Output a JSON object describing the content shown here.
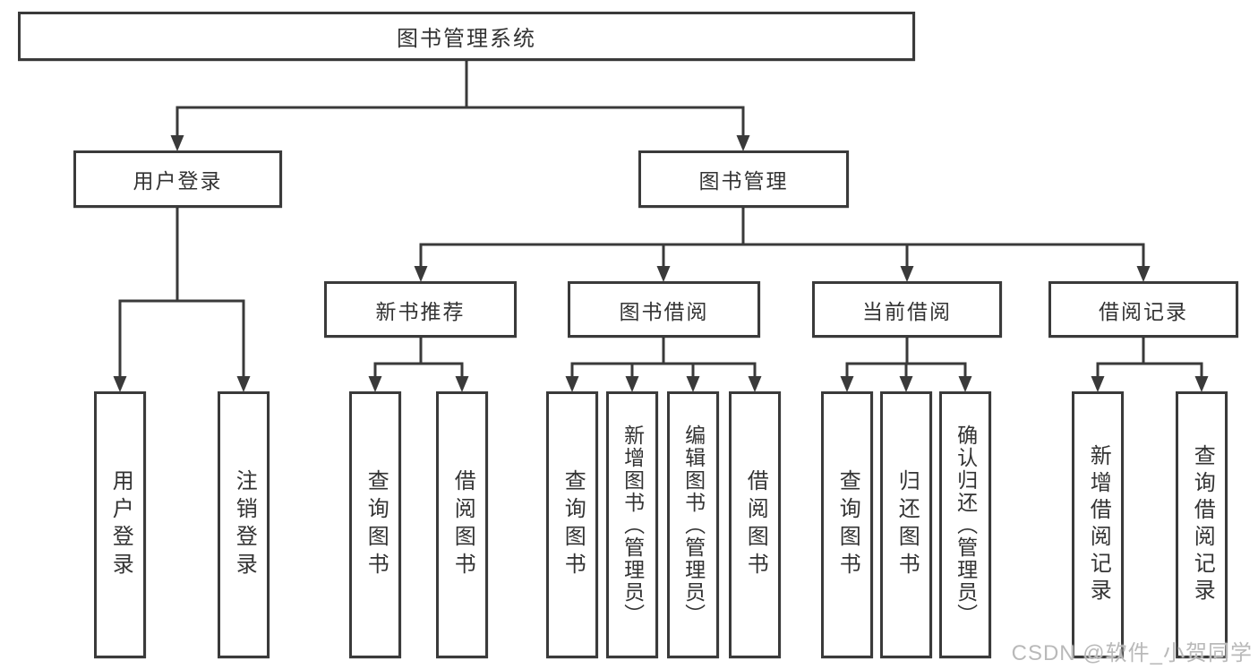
{
  "diagram": {
    "root": "图书管理系统",
    "level2": [
      "用户登录",
      "图书管理"
    ],
    "level3": [
      "新书推荐",
      "图书借阅",
      "当前借阅",
      "借阅记录"
    ],
    "leaves": {
      "user_login": [
        "用户登录",
        "注销登录"
      ],
      "new_book": [
        "查询图书",
        "借阅图书"
      ],
      "borrow": [
        "查询图书",
        "新增图书（管理员）",
        "编辑图书（管理员）",
        "借阅图书"
      ],
      "current": [
        "查询图书",
        "归还图书",
        "确认归还（管理员）"
      ],
      "record": [
        "新增借阅记录",
        "查询借阅记录"
      ]
    }
  },
  "colors": {
    "line": "#3a3a3a",
    "text": "#333333",
    "watermark": "#b9b9b9",
    "background": "#ffffff"
  },
  "watermark": "CSDN @软件_小贺同学"
}
